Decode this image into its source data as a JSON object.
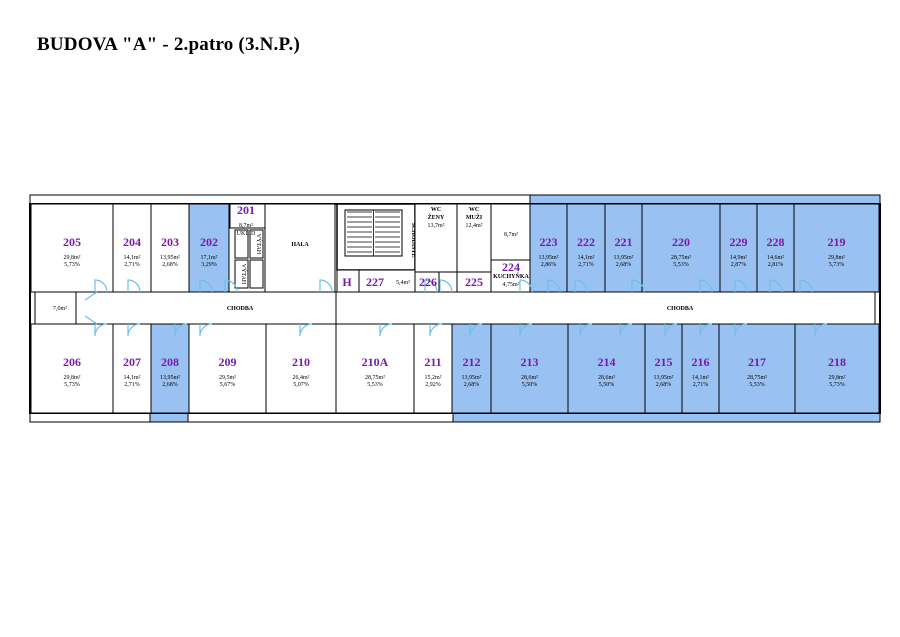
{
  "title": "BUDOVA \"A\" - 2.patro (3.N.P.)",
  "colors": {
    "highlight": "#99c2f2",
    "room_number": "#7a1aa8",
    "wall": "#000000",
    "door": "#6fc0e8"
  },
  "corridor_labels": {
    "left": "CHODBA",
    "right": "CHODBA",
    "end_area": "7,0m²"
  },
  "service": {
    "hala": "HALA",
    "vytah1": "VÝTAH",
    "vytah2": "VÝTAH",
    "schodiste": "SCHODIŠTĚ",
    "h": "H",
    "wc_zeny_a": "WC",
    "wc_zeny_b": "ŽENY",
    "wc_zeny_area": "13,7m²",
    "wc_muzi_a": "WC",
    "wc_muzi_b": "MUŽI",
    "wc_muzi_area": "12,4m²",
    "room_8_7": "8,7m²",
    "room_5_4": "5,4m²",
    "kuchynka": "KUCHYŇKA",
    "kuchynka_area": "4,75m²"
  },
  "rooms": [
    {
      "num": "205",
      "area": "29,8m²",
      "pct": "5,73%",
      "hl": false
    },
    {
      "num": "204",
      "area": "14,1m²",
      "pct": "2,71%",
      "hl": false
    },
    {
      "num": "203",
      "area": "13,95m²",
      "pct": "2,68%",
      "hl": false
    },
    {
      "num": "202",
      "area": "17,1m²",
      "pct": "3,29%",
      "hl": true
    },
    {
      "num": "201",
      "area": "8,7m²",
      "pct": "",
      "label": "ÚKLID",
      "hl": false
    },
    {
      "num": "227",
      "area": "",
      "pct": "",
      "hl": false
    },
    {
      "num": "226",
      "area": "",
      "pct": "",
      "hl": false
    },
    {
      "num": "225",
      "area": "",
      "pct": "",
      "hl": false
    },
    {
      "num": "224",
      "area": "",
      "pct": "",
      "hl": false
    },
    {
      "num": "223",
      "area": "13,95m²",
      "pct": "2,86%",
      "hl": true
    },
    {
      "num": "222",
      "area": "14,1m²",
      "pct": "2,71%",
      "hl": true
    },
    {
      "num": "221",
      "area": "13,95m²",
      "pct": "2,68%",
      "hl": true
    },
    {
      "num": "220",
      "area": "28,75m²",
      "pct": "5,53%",
      "hl": true
    },
    {
      "num": "229",
      "area": "14,9m²",
      "pct": "2,87%",
      "hl": true
    },
    {
      "num": "228",
      "area": "14,6m²",
      "pct": "2,81%",
      "hl": true
    },
    {
      "num": "219",
      "area": "29,8m²",
      "pct": "5,73%",
      "hl": true
    },
    {
      "num": "206",
      "area": "29,8m²",
      "pct": "5,73%",
      "hl": false
    },
    {
      "num": "207",
      "area": "14,1m²",
      "pct": "2,71%",
      "hl": false
    },
    {
      "num": "208",
      "area": "13,95m²",
      "pct": "2,68%",
      "hl": true
    },
    {
      "num": "209",
      "area": "29,5m²",
      "pct": "5,67%",
      "hl": false
    },
    {
      "num": "210",
      "area": "26,4m²",
      "pct": "5,07%",
      "hl": false
    },
    {
      "num": "210A",
      "area": "28,75m²",
      "pct": "5,53%",
      "hl": false
    },
    {
      "num": "211",
      "area": "15,2m²",
      "pct": "2,92%",
      "hl": false
    },
    {
      "num": "212",
      "area": "13,95m²",
      "pct": "2,68%",
      "hl": true
    },
    {
      "num": "213",
      "area": "28,6m²",
      "pct": "5,50%",
      "hl": true
    },
    {
      "num": "214",
      "area": "28,6m²",
      "pct": "5,50%",
      "hl": true
    },
    {
      "num": "215",
      "area": "13,95m²",
      "pct": "2,68%",
      "hl": true
    },
    {
      "num": "216",
      "area": "14,1m²",
      "pct": "2,71%",
      "hl": true
    },
    {
      "num": "217",
      "area": "28,75m²",
      "pct": "5,53%",
      "hl": true
    },
    {
      "num": "218",
      "area": "29,8m²",
      "pct": "5,73%",
      "hl": true
    }
  ]
}
